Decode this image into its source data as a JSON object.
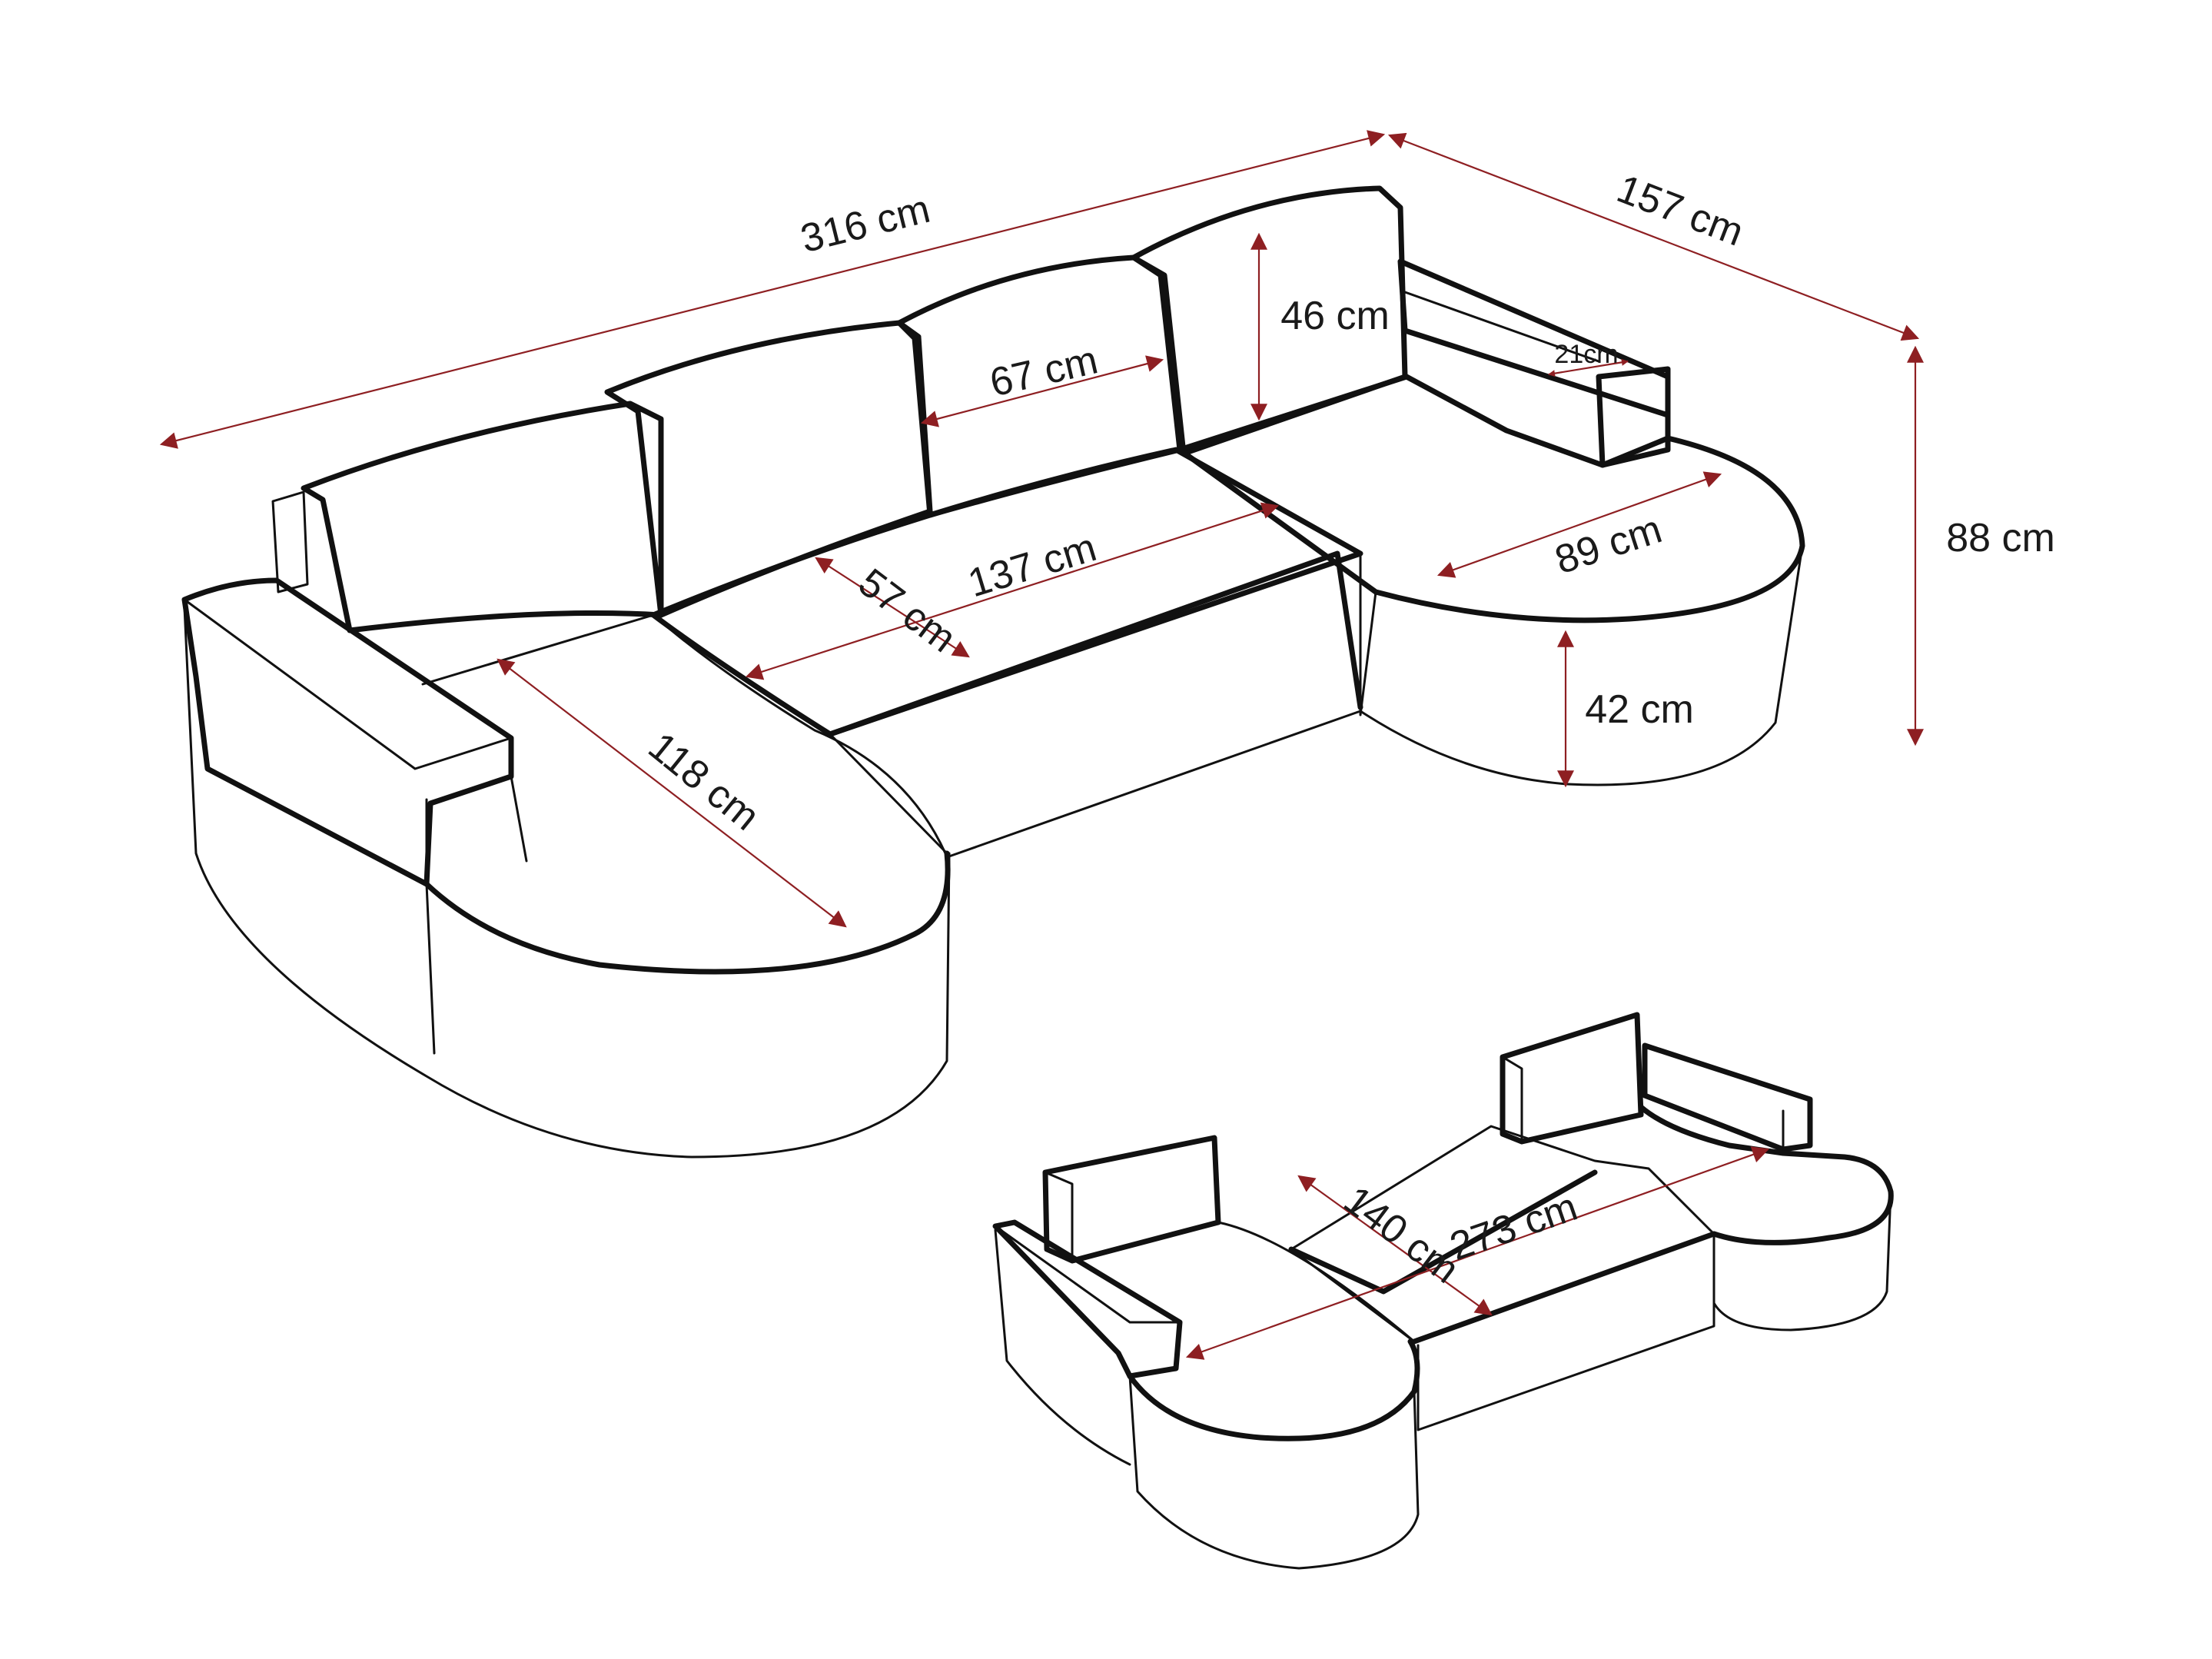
{
  "colors": {
    "outline": "#111111",
    "dimension": "#8e1f22",
    "text": "#1a1a1a",
    "background": "#ffffff"
  },
  "dimensions": {
    "total_width": "316 cm",
    "total_depth": "157 cm",
    "total_height": "88 cm",
    "back_cushion_height": "46 cm",
    "back_cushion_width": "67 cm",
    "armrest_width": "21cm",
    "seat_width": "137 cm",
    "seat_depth": "57 cm",
    "chaise_length_left": "118 cm",
    "chaise_width_right": "89 cm",
    "seat_height": "42 cm"
  },
  "bed_dimensions": {
    "bed_depth": "140 cm",
    "bed_length": "273 cm"
  }
}
